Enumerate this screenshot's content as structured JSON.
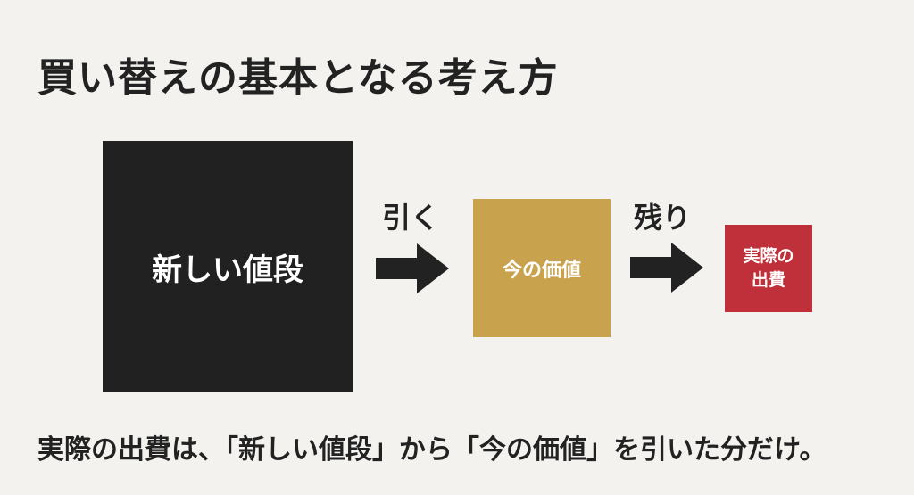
{
  "title": "買い替えの基本となる考え方",
  "colors": {
    "background": "#f3f2ee",
    "new_price_box": "#212121",
    "current_value_box": "#c9a24e",
    "actual_cost_box": "#c0303a",
    "text": "#222222"
  },
  "diagram": {
    "new_price": {
      "label": "新しい値段"
    },
    "operation_subtract": {
      "label": "引く",
      "icon": "arrow-right-icon"
    },
    "current_value": {
      "label": "今の価値"
    },
    "operation_remainder": {
      "label": "残り",
      "icon": "arrow-right-icon"
    },
    "actual_cost": {
      "label_line1": "実際の",
      "label_line2": "出費"
    }
  },
  "caption": "実際の出費は、「新しい値段」から「今の価値」を引いた分だけ。"
}
